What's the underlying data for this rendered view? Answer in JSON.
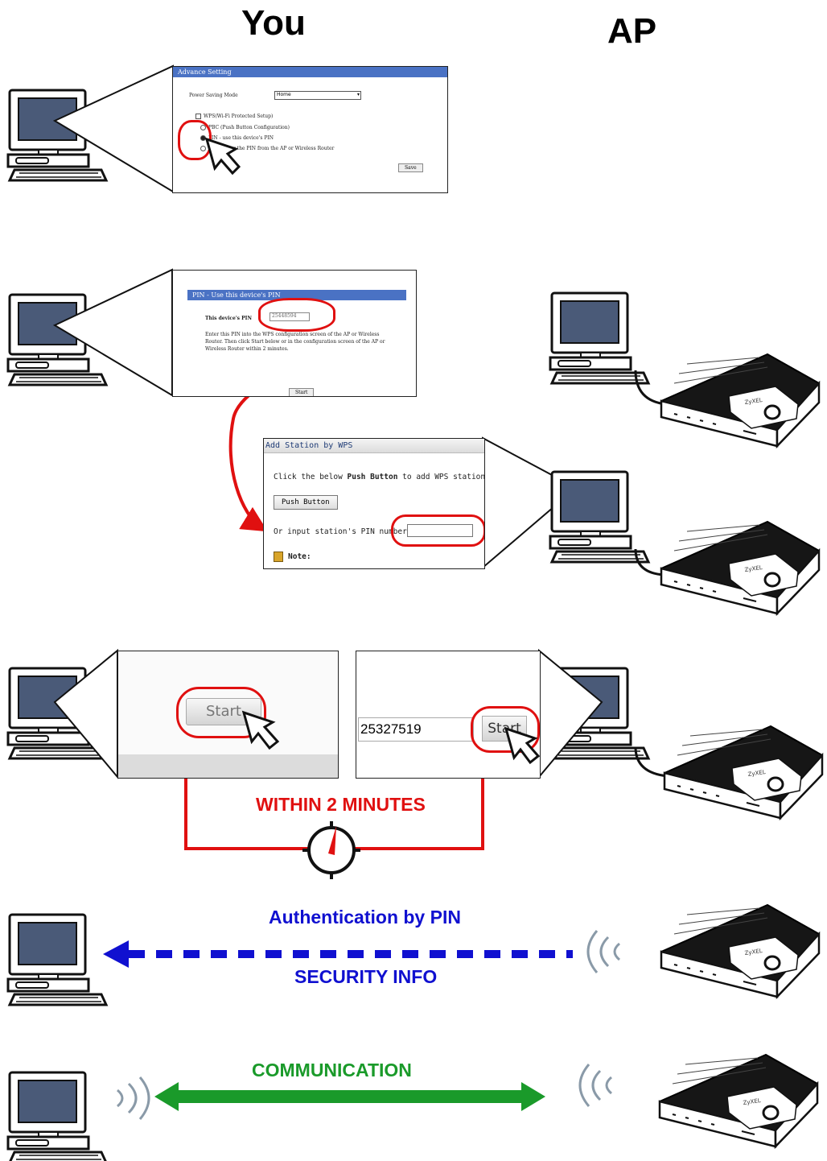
{
  "headers": {
    "you": "You",
    "ap": "AP"
  },
  "step1": {
    "panel_title": "Advance Setting",
    "power_saving_label": "Power Saving Mode",
    "power_saving_value": "Home",
    "wps_label": "WPS(Wi-Fi Protected Setup)",
    "pbc_label": "PBC (Push Button Configuration)",
    "pin_label": "PIN - use this device's PIN",
    "other_pin_label": "PIN - enter the PIN from the AP or Wireless Router",
    "save_label": "Save"
  },
  "step2": {
    "panel_title": "PIN - Use this device's PIN",
    "device_pin_label": "This device's PIN",
    "device_pin_value": "25448594",
    "instructions": [
      "Enter this PIN into the WPS configuration screen of the AP or Wireless",
      "Router. Then click Start below or in the configuration screen of the AP or",
      "Wireless Router within 2 minutes."
    ],
    "start_label": "Start"
  },
  "wps_panel": {
    "title": "Add Station by WPS",
    "line1_prefix": "Click the below ",
    "line1_bold": "Push Button",
    "line1_suffix": " to add WPS stations",
    "push_button_label": "Push Button",
    "pin_prompt": "Or input station's PIN number:",
    "note_label": "Note:"
  },
  "step3": {
    "left_start_label": "Start",
    "right_pin_value": "25327519",
    "right_start_label": "Start",
    "timer_caption": "WITHIN 2 MINUTES"
  },
  "step4": {
    "caption_top": "Authentication by PIN",
    "caption_bottom": "SECURITY INFO"
  },
  "step5": {
    "caption": "COMMUNICATION"
  },
  "router_brand": "ZyXEL",
  "colors": {
    "red": "#e01010",
    "blue": "#1010d0",
    "green": "#1a9a2a",
    "monitor_screen": "#4a5a78"
  },
  "icons": [
    "computer-icon",
    "router-icon",
    "cursor-icon",
    "stopwatch-icon",
    "wireless-signal-icon",
    "note-icon"
  ]
}
